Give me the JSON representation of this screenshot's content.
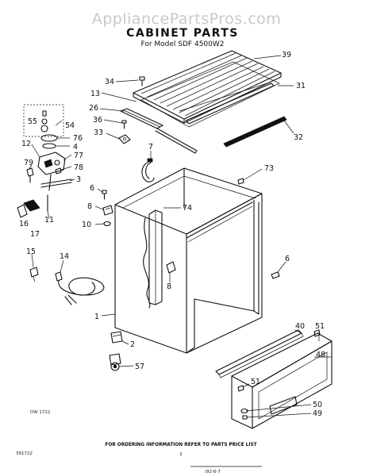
{
  "watermark": "AppliancePartsPros.com",
  "title": "CABINET PARTS",
  "subtitle": "For Model SDF 4500W2",
  "drawing_number": "DW 1722",
  "footer_note": "FOR ORDERING INFORMATION REFER TO PARTS PRICE LIST",
  "page_code": "391722",
  "page_number": "2",
  "revision_stamp": "/92-6-7",
  "callouts": [
    {
      "id": "c39",
      "label": "39"
    },
    {
      "id": "c34",
      "label": "34"
    },
    {
      "id": "c31",
      "label": "31"
    },
    {
      "id": "c13",
      "label": "13"
    },
    {
      "id": "c26",
      "label": "26"
    },
    {
      "id": "c36",
      "label": "36"
    },
    {
      "id": "c32",
      "label": "32"
    },
    {
      "id": "c33",
      "label": "33"
    },
    {
      "id": "c55",
      "label": "55"
    },
    {
      "id": "c54",
      "label": "54"
    },
    {
      "id": "c76",
      "label": "76"
    },
    {
      "id": "c4",
      "label": "4"
    },
    {
      "id": "c12",
      "label": "12"
    },
    {
      "id": "c77",
      "label": "77"
    },
    {
      "id": "c79",
      "label": "79"
    },
    {
      "id": "c78",
      "label": "78"
    },
    {
      "id": "c3",
      "label": "3"
    },
    {
      "id": "c7",
      "label": "7"
    },
    {
      "id": "c73",
      "label": "73"
    },
    {
      "id": "c6a",
      "label": "6"
    },
    {
      "id": "c8a",
      "label": "8"
    },
    {
      "id": "c74",
      "label": "74"
    },
    {
      "id": "c11",
      "label": "11"
    },
    {
      "id": "c16",
      "label": "16"
    },
    {
      "id": "c17",
      "label": "17"
    },
    {
      "id": "c10",
      "label": "10"
    },
    {
      "id": "c15",
      "label": "15"
    },
    {
      "id": "c14",
      "label": "14"
    },
    {
      "id": "c6b",
      "label": "6"
    },
    {
      "id": "c8b",
      "label": "8"
    },
    {
      "id": "c1",
      "label": "1"
    },
    {
      "id": "c40",
      "label": "40"
    },
    {
      "id": "c51a",
      "label": "51"
    },
    {
      "id": "c2",
      "label": "2"
    },
    {
      "id": "c48",
      "label": "48"
    },
    {
      "id": "c57",
      "label": "57"
    },
    {
      "id": "c51b",
      "label": "51"
    },
    {
      "id": "c50",
      "label": "50"
    },
    {
      "id": "c49",
      "label": "49"
    }
  ]
}
